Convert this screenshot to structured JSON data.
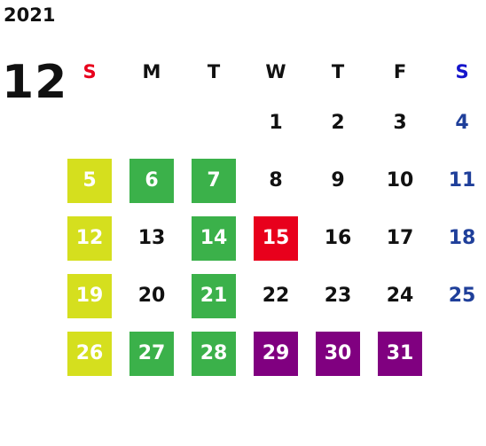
{
  "year": "2021",
  "month": "12",
  "weekdays": [
    "S",
    "M",
    "T",
    "W",
    "T",
    "F",
    "S"
  ],
  "weekday_colors": [
    "#e8001c",
    "#111111",
    "#111111",
    "#111111",
    "#111111",
    "#111111",
    "#1515cc"
  ],
  "leading_blanks": 3,
  "days": [
    {
      "label": "1"
    },
    {
      "label": "2"
    },
    {
      "label": "3"
    },
    {
      "label": "4"
    },
    {
      "label": "5",
      "fill": "#d5df1e"
    },
    {
      "label": "6",
      "fill": "#3bb14a"
    },
    {
      "label": "7",
      "fill": "#3bb14a"
    },
    {
      "label": "8"
    },
    {
      "label": "9"
    },
    {
      "label": "10"
    },
    {
      "label": "11"
    },
    {
      "label": "12",
      "fill": "#d5df1e"
    },
    {
      "label": "13"
    },
    {
      "label": "14",
      "fill": "#3bb14a"
    },
    {
      "label": "15",
      "fill": "#e8001c"
    },
    {
      "label": "16"
    },
    {
      "label": "17"
    },
    {
      "label": "18"
    },
    {
      "label": "19",
      "fill": "#d5df1e"
    },
    {
      "label": "20"
    },
    {
      "label": "21",
      "fill": "#3bb14a"
    },
    {
      "label": "22"
    },
    {
      "label": "23"
    },
    {
      "label": "24"
    },
    {
      "label": "25"
    },
    {
      "label": "26",
      "fill": "#d5df1e"
    },
    {
      "label": "27",
      "fill": "#3bb14a"
    },
    {
      "label": "28",
      "fill": "#3bb14a"
    },
    {
      "label": "29",
      "fill": "#800080"
    },
    {
      "label": "30",
      "fill": "#800080"
    },
    {
      "label": "31",
      "fill": "#800080"
    }
  ],
  "colors": {
    "default_text": "#111111",
    "saturday_text": "#1f3f9a",
    "sunday_text": "#e8001c",
    "filled_text": "#ffffff"
  }
}
